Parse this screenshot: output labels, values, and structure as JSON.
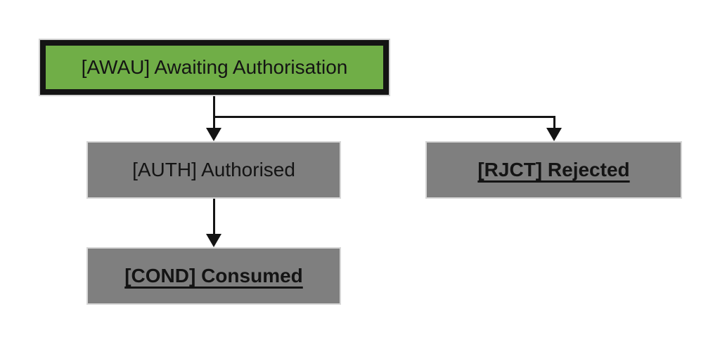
{
  "diagram": {
    "type": "state-flowchart",
    "nodes": [
      {
        "id": "AWAU",
        "label": "[AWAU] Awaiting Authorisation",
        "style": "highlighted-green",
        "text_style": "regular"
      },
      {
        "id": "AUTH",
        "label": "[AUTH] Authorised",
        "style": "gray",
        "text_style": "regular"
      },
      {
        "id": "RJCT",
        "label": "[RJCT] Rejected",
        "style": "gray",
        "text_style": "bold-underline"
      },
      {
        "id": "COND",
        "label": "[COND] Consumed",
        "style": "gray",
        "text_style": "bold-underline"
      }
    ],
    "edges": [
      {
        "from": "AWAU",
        "to": "AUTH",
        "arrow": "down"
      },
      {
        "from": "AWAU",
        "to": "RJCT",
        "arrow": "elbow-right-down"
      },
      {
        "from": "AUTH",
        "to": "COND",
        "arrow": "down"
      }
    ]
  },
  "colors": {
    "awaiting_fill": "#70AE47",
    "awaiting_border": "#141414",
    "state_fill": "#7F7F7F",
    "state_border": "#D6D6D6",
    "connector": "#141414",
    "text": "#141414",
    "background": "#FFFFFF"
  }
}
